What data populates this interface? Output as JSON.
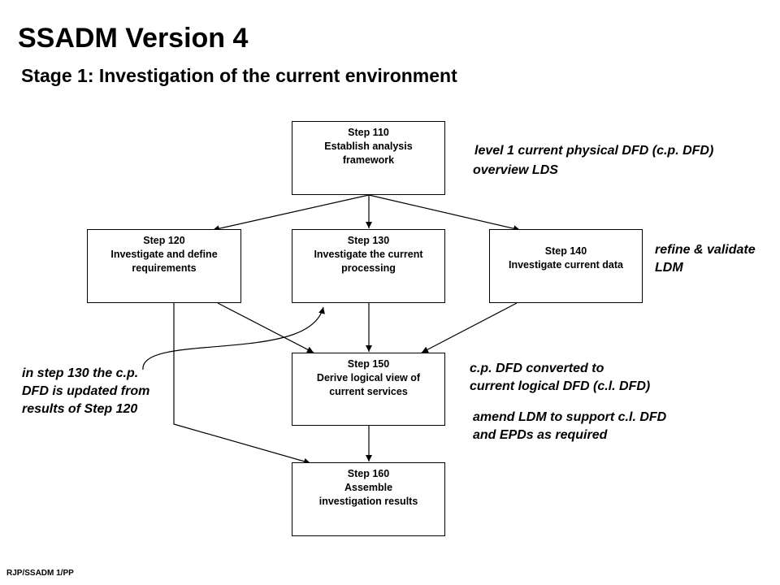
{
  "header": {
    "title": "SSADM Version 4",
    "subtitle": "Stage 1:  Investigation of the current environment"
  },
  "steps": [
    {
      "number": "Step 110",
      "line1": "Establish analysis",
      "line2": "framework"
    },
    {
      "number": "Step 120",
      "line1": "Investigate and define",
      "line2": "requirements"
    },
    {
      "number": "Step 130",
      "line1": "Investigate the current",
      "line2": "processing"
    },
    {
      "number": "Step 140",
      "line1": "Investigate current data",
      "line2": ""
    },
    {
      "number": "Step 150",
      "line1": "Derive logical view of",
      "line2": "current services"
    },
    {
      "number": "Step 160",
      "line1": "Assemble",
      "line2": "investigation results"
    }
  ],
  "notes": {
    "step110_line1": "level 1 current physical DFD (c.p. DFD)",
    "step110_line2": "overview LDS",
    "step140_line1": "refine & validate",
    "step140_line2": "LDM",
    "step150_line1": "c.p. DFD converted to",
    "step150_line2": "current logical DFD (c.l. DFD)",
    "step150_line3": "amend LDM to support c.l. DFD",
    "step150_line4": "and EPDs as required",
    "step130_line1": "in step 130 the c.p.",
    "step130_line2": "DFD is updated from",
    "step130_line3": "results of Step 120"
  },
  "footer": {
    "ref": "RJP/SSADM 1/PP"
  }
}
